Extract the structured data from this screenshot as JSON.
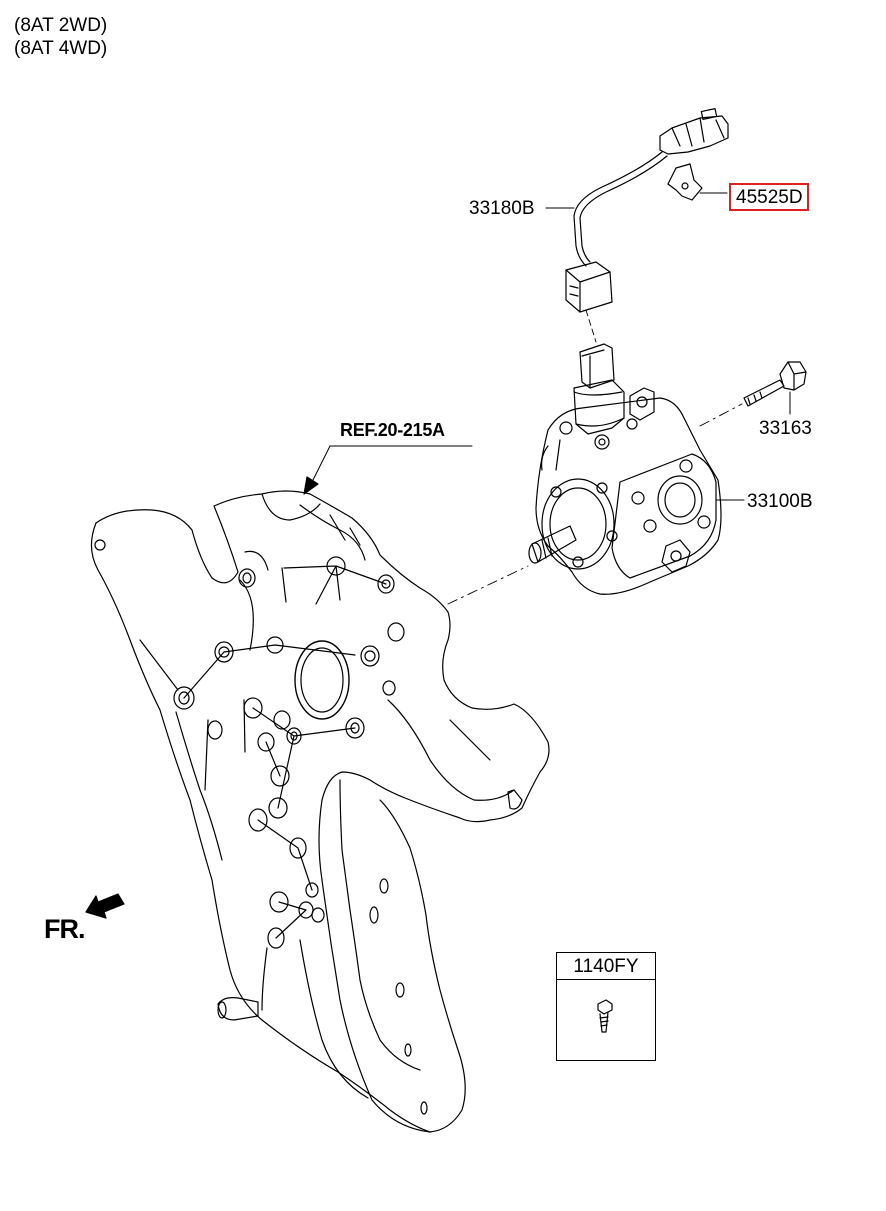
{
  "variants": [
    "(8AT 2WD)",
    "(8AT 4WD)"
  ],
  "parts": {
    "wire": "33180B",
    "bracket": "45525D",
    "bolt": "33163",
    "pump": "33100B",
    "screw": "1140FY"
  },
  "reference": "REF.20-215A",
  "direction": "FR.",
  "highlight_color": "#e02020"
}
